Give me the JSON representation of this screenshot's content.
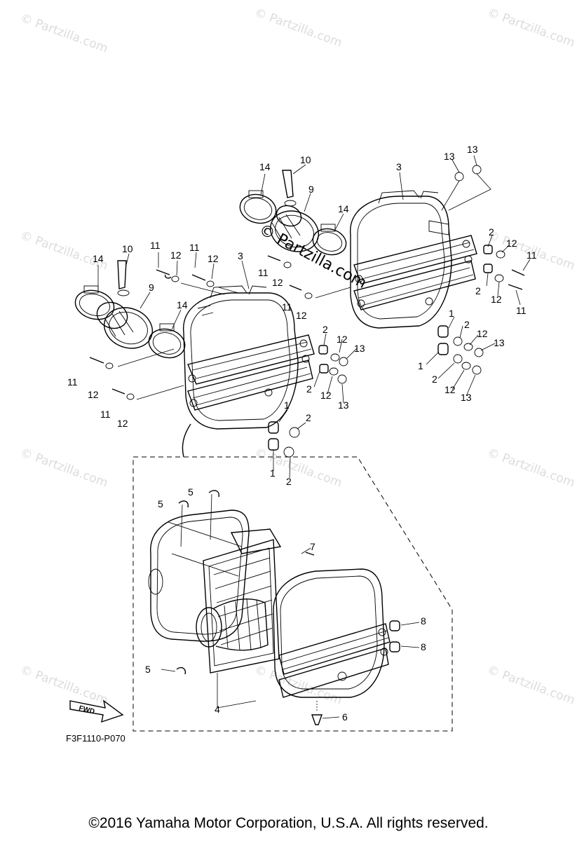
{
  "watermark": "© Partzilla.com",
  "diagram_code": "F3F1110-P070",
  "copyright": "©2016  Yamaha Motor Corporation, U.S.A. All rights reserved.",
  "fwd_label": "FWD",
  "callouts": {
    "c1": "1",
    "c2": "2",
    "c3": "3",
    "c4": "4",
    "c5": "5",
    "c6": "6",
    "c7": "7",
    "c8": "8",
    "c9": "9",
    "c10": "10",
    "c11": "11",
    "c12": "12",
    "c13": "13",
    "c14": "14"
  },
  "colors": {
    "line": "#000000",
    "watermark": "#dcdcdc",
    "background": "#ffffff"
  }
}
